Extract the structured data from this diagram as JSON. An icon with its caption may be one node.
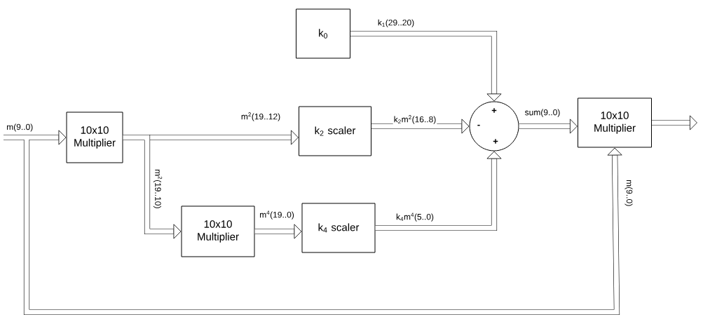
{
  "diagram": {
    "nodes": [
      {
        "text": [
          "10x10 Multiplier"
        ]
      },
      {
        "text": [
          "k$_{0}$"
        ]
      },
      {
        "text": [
          "k$_{2}$ scaler"
        ]
      },
      {
        "text": [
          "10x10 Multiplier"
        ]
      },
      {
        "text": [
          "k$_{4}$ scaler"
        ]
      },
      {
        "text": [
          "+",
          "-",
          "+"
        ]
      },
      {
        "text": [
          "10x10 Multiplier"
        ]
      }
    ],
    "edges": [
      {
        "from": null,
        "to": 0,
        "arrow": "to",
        "label": "m(9..0)"
      },
      {
        "from": 0,
        "to": 2,
        "arrow": "to",
        "label": "m$^{2}$(19..12)"
      },
      {
        "from": 0,
        "to": 3,
        "arrow": "to",
        "label": "m$^{2}$(19..10)"
      },
      {
        "from": 3,
        "to": 4,
        "arrow": "to",
        "label": "m$^{4}$(19..0)"
      },
      {
        "from": 1,
        "to": 5,
        "arrow": "to",
        "label": "k$_{1}$(29..20)"
      },
      {
        "from": 2,
        "to": 5,
        "arrow": "to",
        "label": "k$_{2}$m$^{2}$(16..8)"
      },
      {
        "from": 4,
        "to": 5,
        "arrow": "to",
        "label": "k$_{4}$m$^{4}$(5..0)"
      },
      {
        "from": 5,
        "to": 6,
        "arrow": "to",
        "label": "sum(9..0)"
      },
      {
        "from": 6,
        "to": null,
        "arrow": "to"
      },
      {
        "from": null,
        "to": 6,
        "arrow": "to",
        "label": "m(9..0)"
      }
    ]
  }
}
